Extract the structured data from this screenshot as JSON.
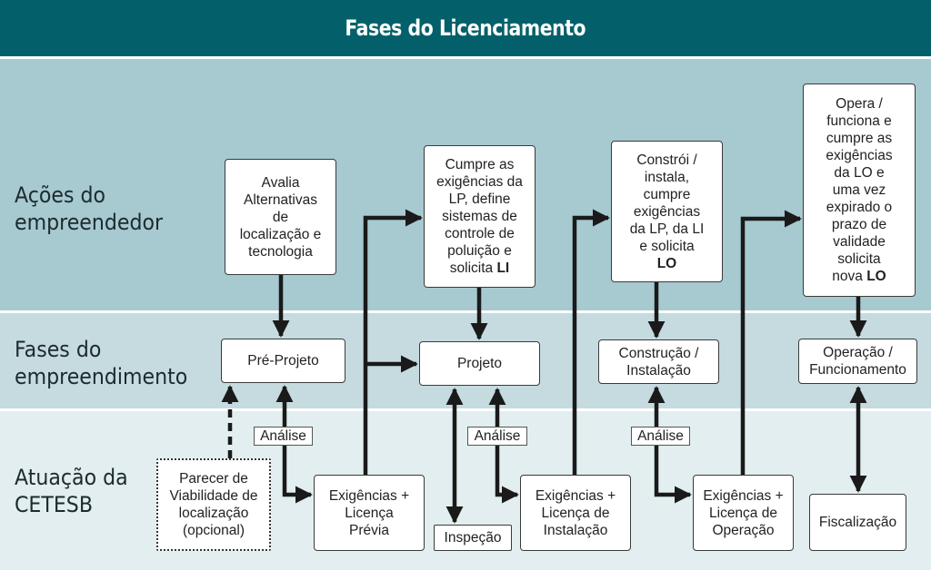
{
  "title": "Fases do Licenciamento",
  "rows": [
    {
      "label_line1": "Ações do",
      "label_line2": "empreendedor"
    },
    {
      "label_line1": "Fases do",
      "label_line2": "empreendimento"
    },
    {
      "label_line1": "Atuação da",
      "label_line2": "CETESB"
    }
  ],
  "actions": [
    {
      "lines": [
        "Avalia",
        "Alternativas",
        "de",
        "localização e",
        "tecnologia"
      ]
    },
    {
      "lines": [
        "Cumpre as",
        "exigências da",
        "LP, define",
        "sistemas de",
        "controle de",
        "poluição e"
      ],
      "last_prefix": "solicita ",
      "last_bold": "LI"
    },
    {
      "lines": [
        "Constrói /",
        "instala,",
        "cumpre",
        "exigências",
        "da LP, da LI",
        "e solicita"
      ],
      "last_prefix": "",
      "last_bold": "LO"
    },
    {
      "lines": [
        "Opera /",
        "funciona e",
        "cumpre as",
        "exigências",
        "da LO e",
        "uma vez",
        "expirado o",
        "prazo de",
        "validade",
        "solicita"
      ],
      "last_prefix": "nova ",
      "last_bold": "LO"
    }
  ],
  "phases": [
    {
      "lines": [
        "Pré-Projeto"
      ]
    },
    {
      "lines": [
        "Projeto"
      ]
    },
    {
      "lines": [
        "Construção /",
        "Instalação"
      ]
    },
    {
      "lines": [
        "Operação /",
        "Funcionamento"
      ]
    }
  ],
  "cetesb": {
    "parecer": [
      "Parecer de",
      "Viabilidade de",
      "localização",
      "(opcional)"
    ],
    "lp": [
      "Exigências +",
      "Licença",
      "Prévia"
    ],
    "inspecao": "Inspeção",
    "li": [
      "Exigências +",
      "Licença de",
      "Instalação"
    ],
    "lo": [
      "Exigências +",
      "Licença de",
      "Operação"
    ],
    "fiscalizacao": "Fiscalização"
  },
  "analise_label": "Análise",
  "colors": {
    "header": "#03606a",
    "band_actions": "#a7c9d0",
    "band_phases": "#c5dbe0",
    "band_cetesb": "#e2eef0",
    "arrow": "#1a1a1a"
  }
}
